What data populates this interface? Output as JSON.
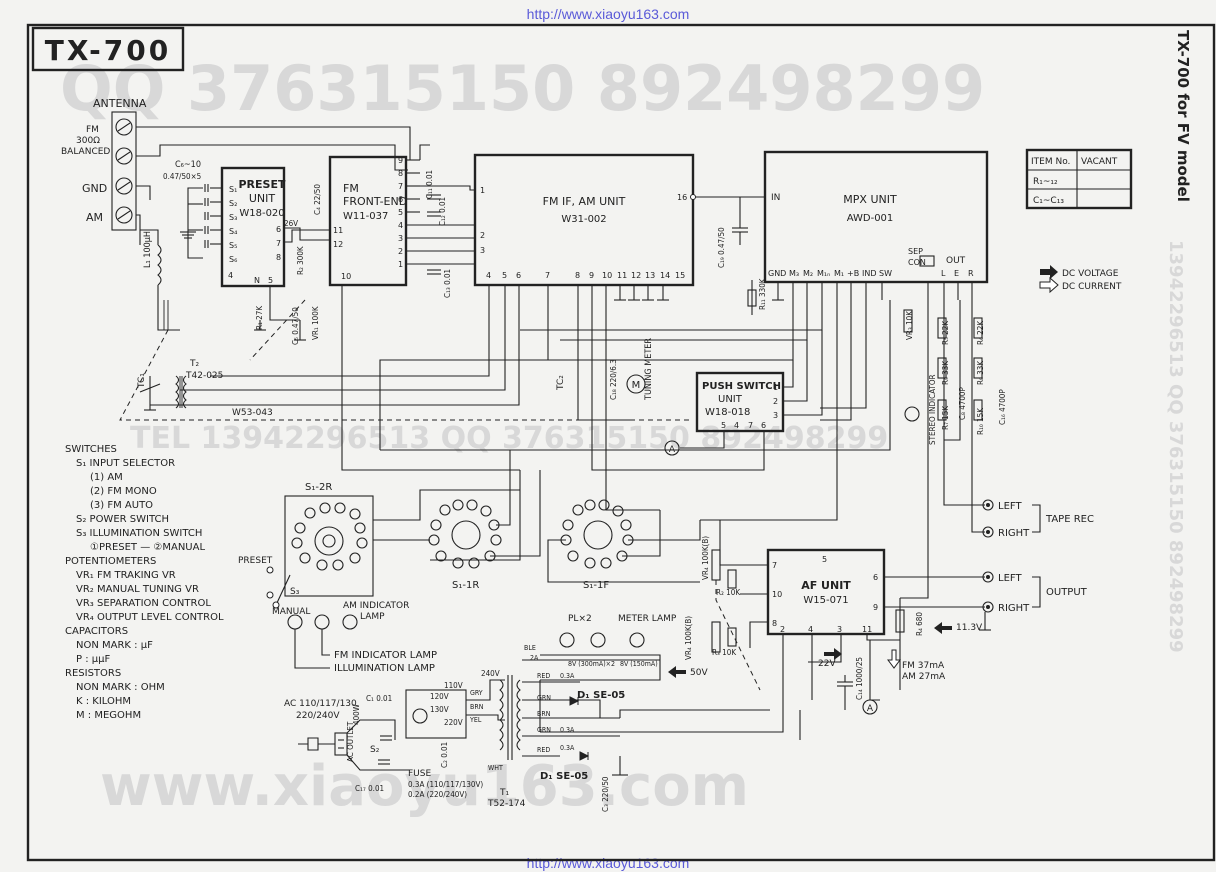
{
  "header": {
    "url_top": "http://www.xiaoyu163.com",
    "url_bottom": "http://www.xiaoyu163.com",
    "model_title": "TX-700",
    "side_title": "TX-700 for FV model"
  },
  "watermarks": {
    "qq_top": "QQ 376315150   892498299",
    "tel_mid": "TEL 13942296513     QQ 376315150  892498299",
    "site_bottom": "www.xiaoyu163.com",
    "side": "13942296513 QQ 376315150 892498299"
  },
  "antenna": {
    "label": "ANTENNA",
    "fm": "FM",
    "ohm": "300Ω",
    "balanced": "BALANCED",
    "gnd": "GND",
    "am": "AM",
    "coil": "L₁ 100μH"
  },
  "units": {
    "preset": {
      "name1": "PRESET",
      "name2": "UNIT",
      "code": "W18-020"
    },
    "fm_front": {
      "name1": "FM",
      "name2": "FRONT-END",
      "code": "W11-037"
    },
    "fm_if": {
      "name": "FM IF, AM UNIT",
      "code": "W31-002"
    },
    "mpx": {
      "name": "MPX UNIT",
      "code": "AWD-001"
    },
    "push": {
      "name1": "PUSH SWITCH",
      "name2": "UNIT",
      "code": "W18-018"
    },
    "af": {
      "name1": "AF UNIT",
      "code": "W15-071"
    }
  },
  "component_labels": {
    "c6_10": "C₆~10",
    "c6_val": "0.47/50×5",
    "c11": "C₁₁ 0.01",
    "c12": "C₁₂ 0.01",
    "c13": "C₁₃ 0.01",
    "c4": "C₄ 22/50",
    "c5": "C₅ 0.47/50",
    "c19": "C₁₉ 0.47/50",
    "c18": "C₁₈ 220/6.3",
    "c8": "C₈ 4700P",
    "c16": "C₁₆ 4700P",
    "c14": "C₁₄ 1000/25",
    "c3": "C₃ 220/50",
    "c1": "C₁ 0.01",
    "c2": "C₂ 0.01",
    "c17": "C₁₇ 0.01",
    "r1": "R₁ 27K",
    "r2": "R₂ 300K",
    "r4": "R₄ 680",
    "r5": "R₅ 22K",
    "r6": "R₆ 22K",
    "r7": "R₇ 15K",
    "r8": "R₈ 33K",
    "r9": "R₉ 33K",
    "r10": "R₁₀ 15K",
    "r11": "R₁₁ 330K",
    "vr1": "VR₁ 100K",
    "vr3": "VR₃ 10K",
    "vr4a": "VR₄ 100K(B)",
    "vr4b": "VR₄ 100K(B)",
    "r2b": "R₂ 10K",
    "r3": "R₃ 10K",
    "tc1": "TC₁",
    "tc2": "TC₂",
    "t2": "T₂",
    "t2code": "T42-025",
    "w53": "W53-043",
    "meter": "TUNING METER",
    "meter_m": "M",
    "v26": "26V",
    "sep": "SEP",
    "con": "CON",
    "out": "OUT",
    "stereo": "STEREO INDICATOR",
    "sup_a": "A"
  },
  "mpx_pins": [
    "GND",
    "M₃",
    "M₂",
    "M₁ₙ",
    "M₁",
    "+B",
    "IND",
    "SW",
    "L",
    "E",
    "R"
  ],
  "fmif_pins_bottom": [
    "4",
    "5",
    "6",
    "7",
    "8",
    "9",
    "10",
    "11",
    "12",
    "13",
    "14",
    "15"
  ],
  "fmif_pins_left": [
    "1",
    "2",
    "3"
  ],
  "fmif_pin_right": "16",
  "mpx_in": "IN",
  "front_pins_right": [
    "9",
    "8",
    "7",
    "6",
    "5",
    "4",
    "3",
    "2",
    "1"
  ],
  "front_pins_left": [
    "11",
    "12",
    "10"
  ],
  "preset_pins_left": [
    "S₁",
    "S₂",
    "S₃",
    "S₄",
    "S₅",
    "S₆"
  ],
  "preset_pins": [
    "6",
    "7",
    "4",
    "N",
    "5",
    "8"
  ],
  "push_pins": [
    "1",
    "2",
    "3",
    "5",
    "4",
    "7",
    "6"
  ],
  "af_pins": [
    "7",
    "5",
    "6",
    "10",
    "9",
    "8",
    "2",
    "4",
    "3",
    "11"
  ],
  "vacant_table": {
    "headers": [
      "ITEM No.",
      "VACANT"
    ],
    "rows": [
      [
        "R₁~₁₂",
        ""
      ],
      [
        "C₁~C₁₃",
        ""
      ]
    ]
  },
  "legend": {
    "dc_voltage": "DC VOLTAGE",
    "dc_current": "DC CURRENT"
  },
  "outputs": {
    "left": "LEFT",
    "right": "RIGHT",
    "tape_rec": "TAPE REC",
    "output": "OUTPUT",
    "v113": "11.3V",
    "v22": "22V",
    "v50": "50V",
    "fm_ma": "FM 37mA",
    "am_ma": "AM 27mA"
  },
  "switches_panel": {
    "s1_2r": "S₁-2R",
    "s1_1r": "S₁-1R",
    "s1_1f": "S₁-1F",
    "preset": "PRESET",
    "manual": "MANUAL",
    "s3": "S₃",
    "am_ind": "AM INDICATOR",
    "lamp": "LAMP",
    "fm_ind_lamp": "FM INDICATOR LAMP",
    "illum_lamp": "ILLUMINATION LAMP",
    "pl": "PL×2",
    "meter_lamp": "METER LAMP"
  },
  "notes": [
    "SWITCHES",
    "S₁  INPUT SELECTOR",
    "(1) AM",
    "(2) FM MONO",
    "(3) FM AUTO",
    "S₂  POWER SWITCH",
    "S₃  ILLUMINATION SWITCH",
    "①PRESET — ②MANUAL",
    "POTENTIOMETERS",
    "VR₁ FM TRAKING VR",
    "VR₂ MANUAL TUNING VR",
    "VR₃ SEPARATION CONTROL",
    "VR₄ OUTPUT LEVEL CONTROL",
    "CAPACITORS",
    "NON MARK : μF",
    "P : μμF",
    "RESISTORS",
    "NON MARK : OHM",
    "K : KILOHM",
    "M : MEGOHM"
  ],
  "power": {
    "ac": "AC 110/117/130",
    "ac2": "220/240V",
    "ac_outlet": "AC OUTLET",
    "w400": "400W",
    "s2": "S₂",
    "fuse": "FUSE",
    "fuse1": "0.3A (110/117/130V)",
    "fuse2": "0.2A (220/240V)",
    "t1": "T₁",
    "t1code": "T52-174",
    "taps": [
      "240V",
      "110V",
      "120V",
      "130V",
      "220V"
    ],
    "wires": [
      "BLE",
      "RED",
      "GRN",
      "BRN",
      "GRN",
      "RED",
      "WHT",
      "GRY",
      "BRN",
      "YEL"
    ],
    "fuses_small": [
      "2A",
      "0.3A",
      "0.3A",
      "0.3A"
    ],
    "d1a": "D₁ SE-05",
    "d1b": "D₁ SE-05",
    "lamp_specs": [
      "8V (300mA)×2",
      "8V (150mA)"
    ]
  }
}
